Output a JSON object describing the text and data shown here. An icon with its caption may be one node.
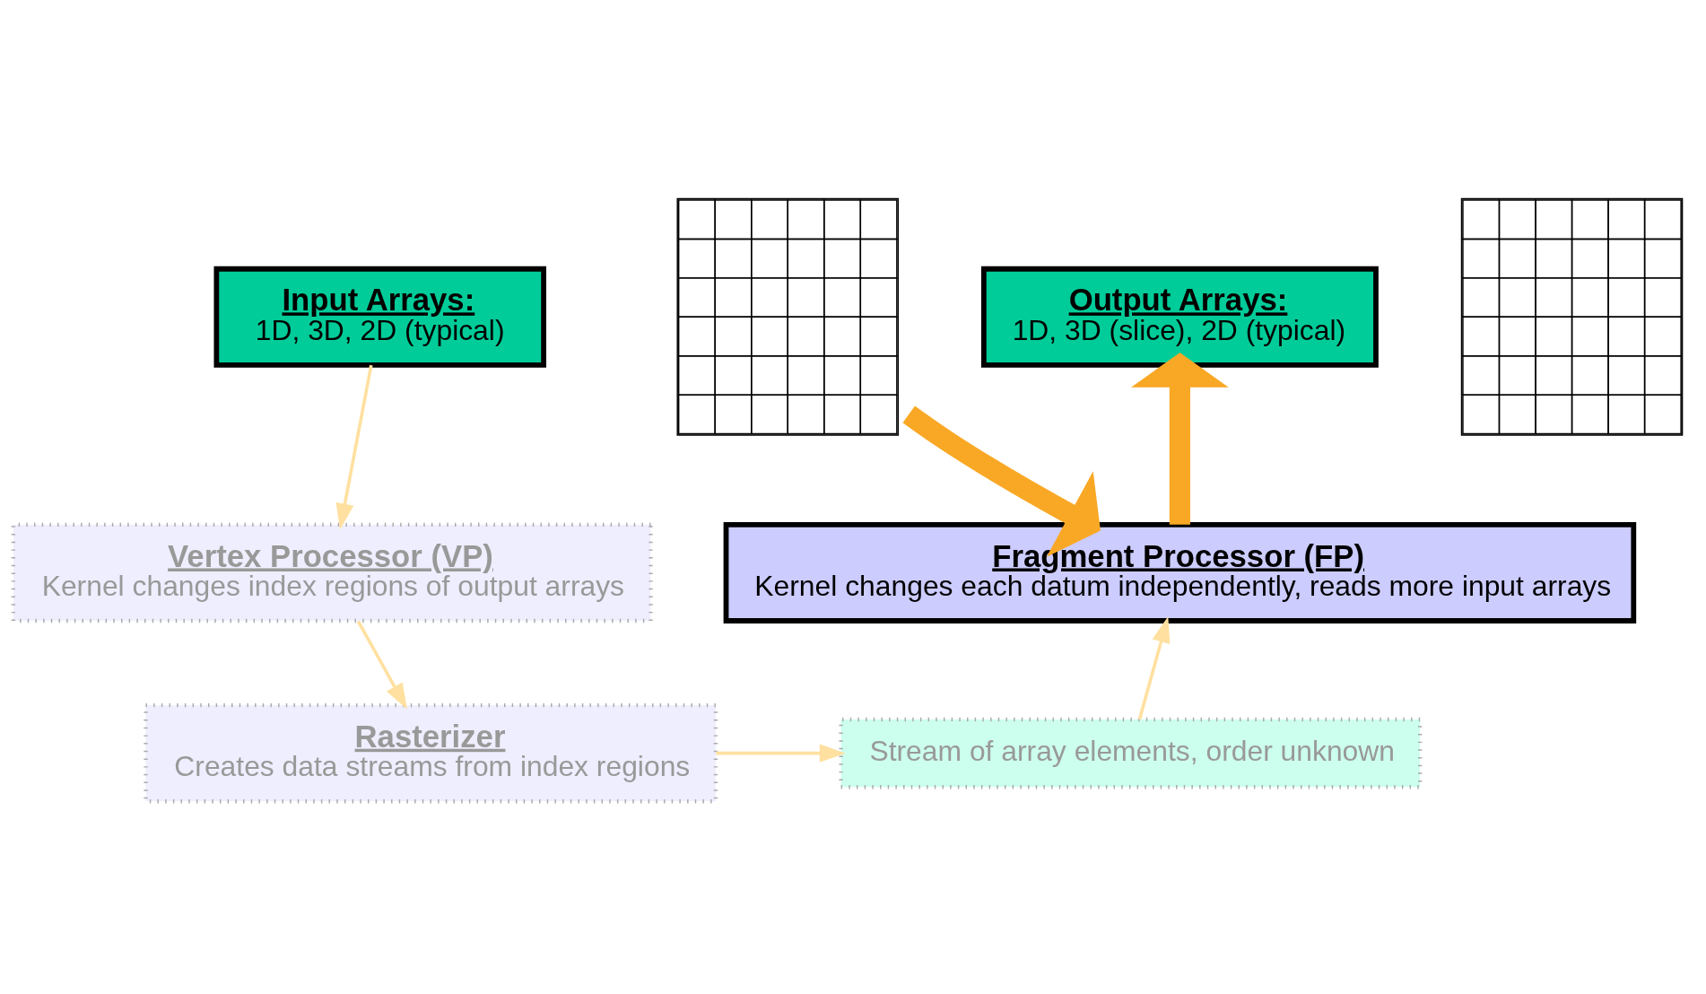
{
  "diagram": {
    "nodes": [
      {
        "text": [
          "Input Arrays:",
          "1D, 3D, 2D (typical)"
        ]
      },
      {
        "text": [],
        "shape": "grid"
      },
      {
        "text": [
          "Output Arrays:",
          "1D, 3D (slice), 2D (typical)"
        ]
      },
      {
        "text": [],
        "shape": "grid"
      },
      {
        "text": [
          "Vertex Processor (VP)",
          "Kernel changes index regions of output arrays"
        ]
      },
      {
        "text": [
          "Fragment Processor (FP)",
          "Kernel changes each datum independently, reads more input arrays"
        ]
      },
      {
        "text": [
          "Rasterizer",
          "Creates data streams from index regions"
        ]
      },
      {
        "text": [
          "Stream of array elements, order unknown"
        ]
      }
    ],
    "edges": [
      {
        "from": 0,
        "to": 4,
        "arrow": "to",
        "color": "#ffe0a0"
      },
      {
        "from": 4,
        "to": 6,
        "arrow": "to",
        "color": "#ffe0a0"
      },
      {
        "from": 6,
        "to": 7,
        "arrow": "to",
        "color": "#ffe0a0"
      },
      {
        "from": 7,
        "to": 5,
        "arrow": "to",
        "color": "#ffe0a0"
      },
      {
        "from": 1,
        "to": 5,
        "arrow": "to",
        "style": "thick",
        "color": "#f9a825"
      },
      {
        "from": 5,
        "to": 2,
        "arrow": "to",
        "style": "thick",
        "color": "#f9a825"
      }
    ]
  }
}
